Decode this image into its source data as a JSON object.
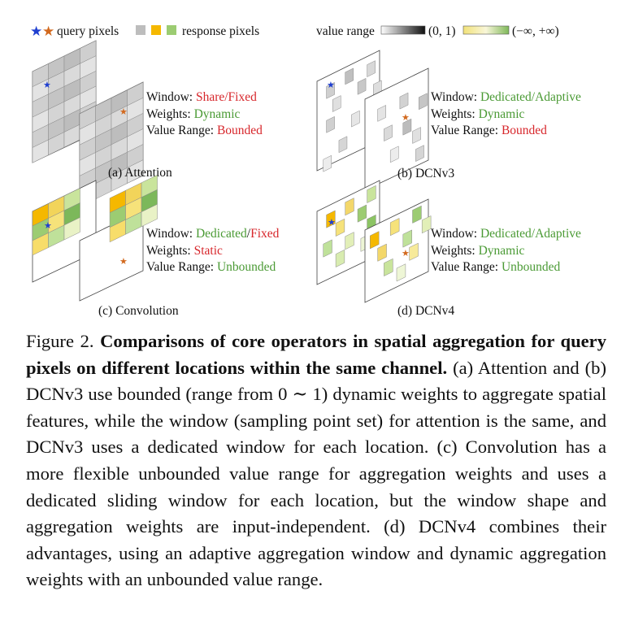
{
  "legend": {
    "query_label": "query pixels",
    "response_label": "response pixels",
    "value_range_label": "value range",
    "range_bounded": "(0, 1)",
    "range_unbounded": "(−∞, +∞)",
    "colors": {
      "query_blue": "#1f3fd0",
      "query_orange": "#d2691e",
      "response_gray": "#bdbdbd",
      "response_yellow": "#f5b800",
      "response_green": "#9ccc72"
    }
  },
  "panels": [
    {
      "id": "attention",
      "caption": "(a) Attention",
      "window_label": "Window: ",
      "window_value": "Share/Fixed",
      "window_color": "red",
      "weights_label": "Weights: ",
      "weights_value": "Dynamic",
      "weights_color": "green",
      "range_label": "Value Range: ",
      "range_value": "Bounded",
      "range_color": "red"
    },
    {
      "id": "dcnv3",
      "caption": "(b) DCNv3",
      "window_label": "Window: ",
      "window_value": "Dedicated/Adaptive",
      "window_color": "green",
      "weights_label": "Weights: ",
      "weights_value": "Dynamic",
      "weights_color": "green",
      "range_label": "Value Range: ",
      "range_value": "Bounded",
      "range_color": "red"
    },
    {
      "id": "convolution",
      "caption": "(c) Convolution",
      "window_label": "Window: ",
      "window_value_a": "Dedicated",
      "window_sep": "/",
      "window_value_b": "Fixed",
      "weights_label": "Weights: ",
      "weights_value": "Static",
      "weights_color": "red",
      "range_label": "Value Range: ",
      "range_value": "Unbounded",
      "range_color": "green"
    },
    {
      "id": "dcnv4",
      "caption": "(d) DCNv4",
      "window_label": "Window: ",
      "window_value": "Dedicated/Adaptive",
      "window_color": "green",
      "weights_label": "Weights: ",
      "weights_value": "Dynamic",
      "weights_color": "green",
      "range_label": "Value Range: ",
      "range_value": "Unbounded",
      "range_color": "green"
    }
  ],
  "caption": {
    "label": "Figure 2. ",
    "title": "Comparisons of core operators in spatial aggregation for query pixels on different locations within the same channel.",
    "body": "(a) Attention and (b) DCNv3 use bounded (range from 0 ∼ 1) dynamic weights to aggregate spatial features, while the window (sampling point set) for attention is the same, and DCNv3 uses a dedicated window for each location. (c) Convolution has a more flexible unbounded value range for aggregation weights and uses a dedicated sliding window for each location, but the window shape and aggregation weights are input-independent. (d) DCNv4 combines their advantages, using an adaptive aggregation window and dynamic aggregation weights with an unbounded value range."
  }
}
